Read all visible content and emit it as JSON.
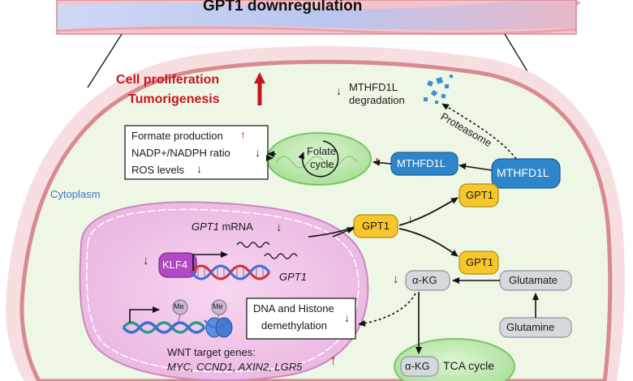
{
  "banner": {
    "title": "GPT1 downregulation"
  },
  "phenotype": {
    "line1": "Cell proliferation",
    "line2": "Tumorigenesis"
  },
  "compartment": {
    "cytoplasm": "Cytoplasm"
  },
  "mthfd1l_degradation": {
    "line1": "MTHFD1L",
    "line2": "degradation"
  },
  "proteasome": "Proteasome",
  "outputs_box": {
    "line1": "Formate production",
    "line2": "NADP+/NADPH ratio",
    "line3": "ROS levels"
  },
  "folate_cycle": {
    "line1": "Folate",
    "line2": "cycle"
  },
  "mthfd1l_inner": "MTHFD1L",
  "mthfd1l_outer": "MTHFD1L",
  "gpt1": {
    "upper": "GPT1",
    "center": "GPT1",
    "lower": "GPT1"
  },
  "akg": {
    "left": "α-KG",
    "bottom": "α-KG"
  },
  "glutamate": "Glutamate",
  "glutamine": "Glutamine",
  "tca": "TCA cycle",
  "nucleus": {
    "mrna_gene": "GPT1",
    "mrna_suffix": " mRNA",
    "klf4": "KLF4",
    "gene_label": "GPT1",
    "me1": "Me",
    "me2": "Me",
    "demethylation_line1": "DNA and Histone",
    "demethylation_line2": "demethylation",
    "wnt_title": "WNT target genes:",
    "wnt_genes": "MYC, CCND1, AXIN2, LGR5"
  },
  "colors": {
    "red_text": "#c8151b",
    "arrow_dark": "#4a1a2a",
    "cell_border": "#d98a90",
    "cytoplasm_fill": "#eef6e6",
    "nucleus_fill": "#f3c6ea",
    "mito_fill": "#c6ecb9",
    "mthfd1l_fill": "#2f85c9",
    "gpt1_fill": "#f6c62c",
    "pill_fill": "#d3d9dd",
    "klf4_fill": "#b24ac3"
  }
}
